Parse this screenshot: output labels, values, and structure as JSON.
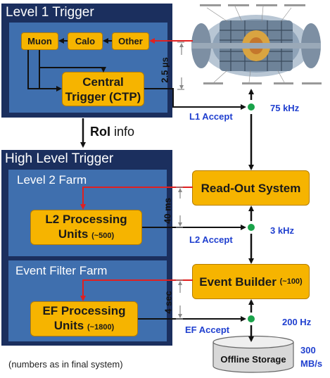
{
  "level1": {
    "title": "Level 1 Trigger",
    "muon": "Muon",
    "calo": "Calo",
    "other": "Other",
    "ctp_line1": "Central",
    "ctp_line2": "Trigger (CTP)",
    "latency": "2.5 µs",
    "accept": "L1 Accept",
    "rate": "75 kHz"
  },
  "roi": {
    "bold": "RoI",
    "rest": " info"
  },
  "hlt": {
    "title": "High Level Trigger",
    "l2": {
      "title": "Level 2 Farm",
      "line1": "L2 Processing",
      "line2": "Units",
      "count": "(~500)",
      "latency": "40 ms",
      "accept": "L2 Accept",
      "rate": "3 kHz"
    },
    "ef": {
      "title": "Event Filter Farm",
      "line1": "EF Processing",
      "line2": "Units",
      "count": "(~1800)",
      "latency": "4 sec",
      "accept": "EF Accept",
      "rate": "200 Hz"
    }
  },
  "readout": {
    "label": "Read-Out System"
  },
  "event_builder": {
    "label": "Event Builder",
    "count": "(~100)"
  },
  "storage": {
    "label": "Offline Storage",
    "rate_value": "300",
    "rate_unit": "MB/s"
  },
  "footnote": "(numbers as in final system)",
  "colors": {
    "panel": "#1b2f5e",
    "inner_panel": "#3f6fae",
    "box": "#f6b400",
    "accent_blue": "#1f3fcf",
    "signal_red": "#e02020",
    "accept_dot": "#1aa34a"
  }
}
